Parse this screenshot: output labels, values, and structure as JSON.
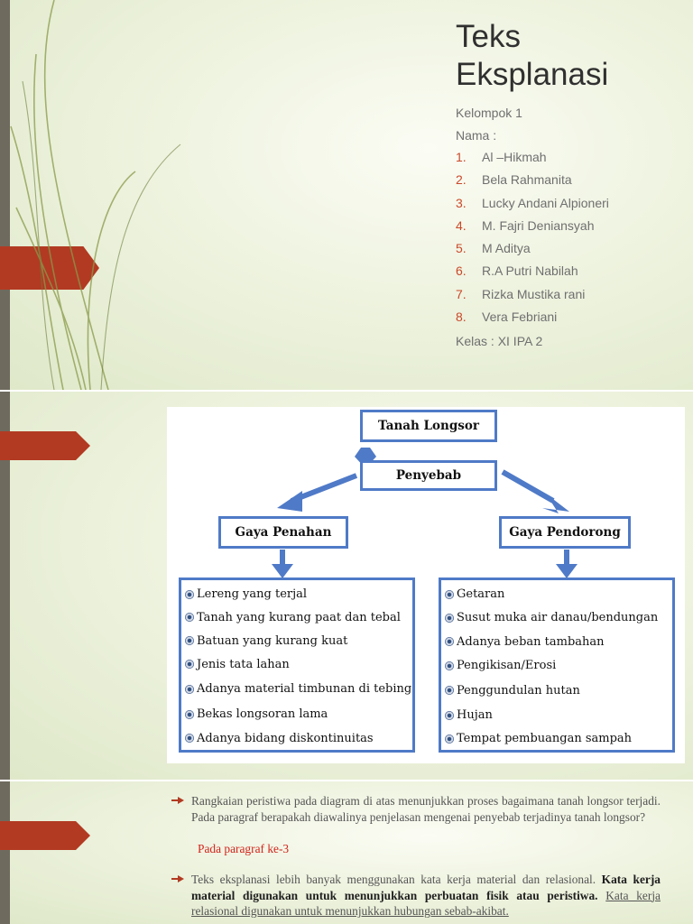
{
  "slide1": {
    "title": "Teks Eksplanasi",
    "group": "Kelompok 1",
    "names_label": "Nama :",
    "members": [
      {
        "num": "1.",
        "name": "Al –Hikmah"
      },
      {
        "num": "2.",
        "name": "Bela Rahmanita"
      },
      {
        "num": "3.",
        "name": "Lucky Andani Alpioneri"
      },
      {
        "num": "4.",
        "name": "M. Fajri Deniansyah"
      },
      {
        "num": "5.",
        "name": "M Aditya"
      },
      {
        "num": "6.",
        "name": "R.A Putri Nabilah"
      },
      {
        "num": "7.",
        "name": "Rizka Mustika rani"
      },
      {
        "num": "8.",
        "name": "Vera Febriani"
      }
    ],
    "class": "Kelas : XI IPA 2"
  },
  "diagram": {
    "root": "Tanah Longsor",
    "cause": "Penyebab",
    "left_branch": "Gaya Penahan",
    "right_branch": "Gaya Pendorong",
    "left_items": [
      "Lereng yang terjal",
      "Tanah yang kurang paat dan tebal",
      "Batuan yang kurang kuat",
      "Jenis tata lahan",
      "Adanya material timbunan di tebing",
      "Bekas longsoran lama",
      "Adanya bidang diskontinuitas"
    ],
    "right_items": [
      "Getaran",
      "Susut muka air danau/bendungan",
      "Adanya beban tambahan",
      "Pengikisan/Erosi",
      "Penggundulan hutan",
      "Hujan",
      "Tempat pembuangan sampah"
    ]
  },
  "slide3": {
    "question": "Rangkaian peristiwa pada diagram di atas menunjukkan proses bagaimana tanah longsor terjadi. Pada paragraf berapakah diawalinya penjelasan mengenai penyebab terjadinya tanah longsor?",
    "answer": "Pada paragraf ke-3",
    "statement_plain": "Teks eksplanasi lebih banyak menggunakan kata kerja material dan relasional. ",
    "statement_bold": "Kata kerja material digunakan untuk menunjukkan perbuatan fisik atau peristiwa.",
    "statement_underline": "Kata kerja relasional digunakan untuk menunjukkan hubungan sebab-akibat."
  },
  "colors": {
    "accent": "#b23a22",
    "number": "#c9482a",
    "box_border": "#4f7ac7",
    "answer": "#d2241c"
  }
}
